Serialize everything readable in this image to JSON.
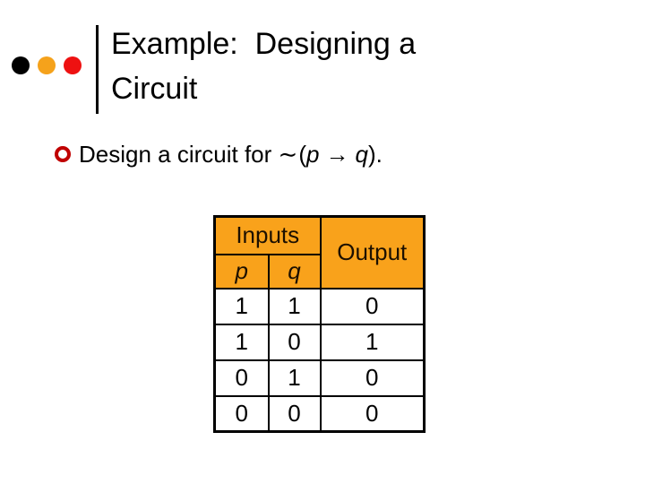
{
  "slide": {
    "decor": {
      "dot_colors": [
        "#000000",
        "#F5A21B",
        "#EE1111"
      ]
    },
    "title": {
      "line1": "Example:  Designing a",
      "line2": "Circuit"
    },
    "bullet": {
      "marker_color": "#C00000",
      "prefix": "Design a circuit for ",
      "formula": {
        "tilde": "∼",
        "open_paren": "(",
        "p": "p",
        "arrow": "→",
        "q": "q",
        "close": ")."
      }
    },
    "table": {
      "colors": {
        "header_bg": "#F9A21B",
        "header_text": "#1D1000"
      },
      "header": {
        "inputs_label": "Inputs",
        "p_label": "p",
        "q_label": "q",
        "output_label": "Output"
      },
      "rows": [
        {
          "p": "1",
          "q": "1",
          "out": "0"
        },
        {
          "p": "1",
          "q": "0",
          "out": "1"
        },
        {
          "p": "0",
          "q": "1",
          "out": "0"
        },
        {
          "p": "0",
          "q": "0",
          "out": "0"
        }
      ]
    }
  }
}
